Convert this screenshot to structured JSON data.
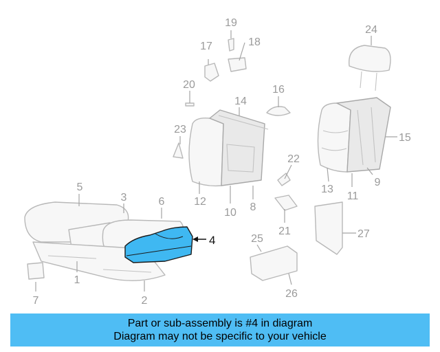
{
  "callouts": {
    "c1": "1",
    "c2": "2",
    "c3": "3",
    "c4": "4",
    "c5": "5",
    "c6": "6",
    "c7": "7",
    "c8": "8",
    "c9": "9",
    "c10": "10",
    "c11": "11",
    "c12": "12",
    "c13": "13",
    "c14": "14",
    "c15": "15",
    "c16": "16",
    "c17": "17",
    "c18": "18",
    "c19": "19",
    "c20": "20",
    "c21": "21",
    "c22": "22",
    "c23": "23",
    "c24": "24",
    "c25": "25",
    "c26": "26",
    "c27": "27"
  },
  "highlight": {
    "part_number": "4",
    "color": "#3fb8f2"
  },
  "banner": {
    "line1": "Part or sub-assembly is #4 in diagram",
    "line2": "Diagram may not be specific to your vehicle",
    "background": "#4fbdf4"
  }
}
